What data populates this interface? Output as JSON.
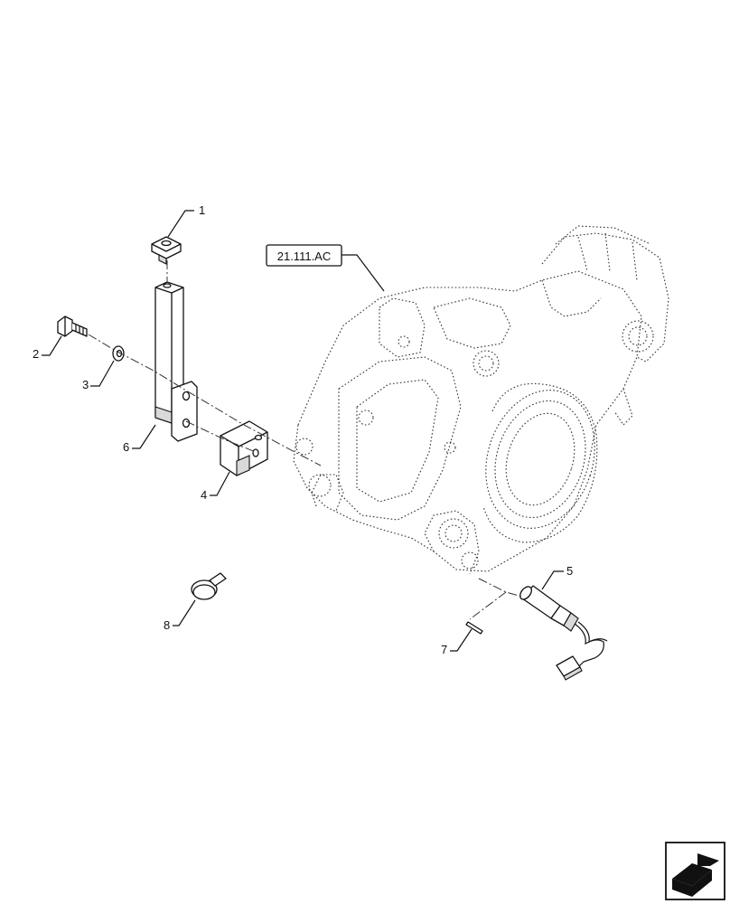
{
  "reference_label": "21.111.AC",
  "callouts": [
    {
      "number": "1"
    },
    {
      "number": "2"
    },
    {
      "number": "3"
    },
    {
      "number": "4"
    },
    {
      "number": "5"
    },
    {
      "number": "6"
    },
    {
      "number": "7"
    },
    {
      "number": "8"
    }
  ],
  "nav_icon": "next-page-arrow-icon"
}
